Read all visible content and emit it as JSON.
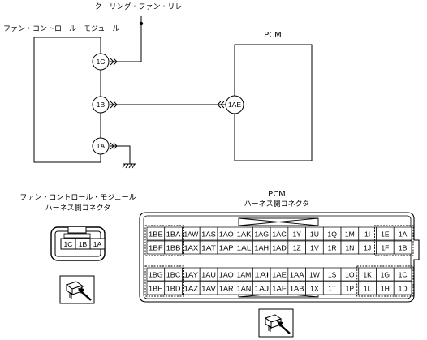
{
  "labels": {
    "relay": "クーリング・ファン・リレー",
    "fan_module": "ファン・コントロール・モジュール",
    "pcm": "PCM",
    "fan_harness_line1": "ファン・コントロール・モジュール",
    "fan_harness_line2": "ハーネス側コネクタ",
    "pcm_harness_line1": "PCM",
    "pcm_harness_line2": "ハーネス側コネクタ"
  },
  "fan_pins": [
    "1C",
    "1B",
    "1A"
  ],
  "pcm_pin": "1AE",
  "fan_connector_pins": [
    "1C",
    "1B",
    "1A"
  ],
  "pcm_connector": {
    "rows": [
      [
        "1BE",
        "1BA",
        "1AW",
        "1AS",
        "1AO",
        "1AK",
        "1AG",
        "1AC",
        "1Y",
        "1U",
        "1Q",
        "1M",
        "1I",
        "1E",
        "1A"
      ],
      [
        "1BF",
        "1BB",
        "1AX",
        "1AT",
        "1AP",
        "1AL",
        "1AH",
        "1AD",
        "1Z",
        "1V",
        "1R",
        "1N",
        "1J",
        "1F",
        "1B"
      ],
      [
        "1BG",
        "1BC",
        "1AY",
        "1AU",
        "1AQ",
        "1AM",
        "1AI",
        "1AE",
        "1AA",
        "1W",
        "1S",
        "1O",
        "1K",
        "1G",
        "1C"
      ],
      [
        "1BH",
        "1BD",
        "1AZ",
        "1AV",
        "1AR",
        "1AN",
        "1AJ",
        "1AF",
        "1AB",
        "1X",
        "1T",
        "1P",
        "1L",
        "1H",
        "1D"
      ]
    ]
  }
}
